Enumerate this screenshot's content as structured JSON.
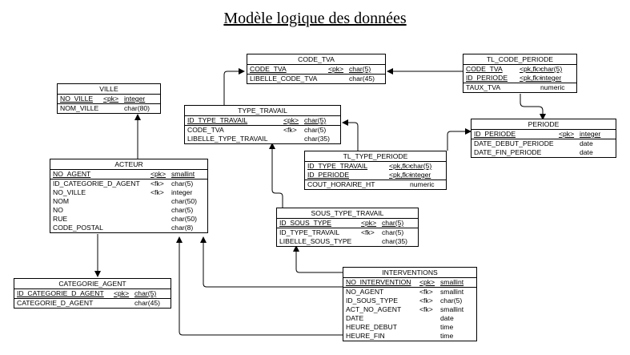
{
  "title": "Modèle logique des données",
  "tables": {
    "code_tva": {
      "name": "CODE_TVA",
      "rows": [
        {
          "field": "CODE_TVA",
          "key": "<pk>",
          "type": "char(5)",
          "pk": true
        },
        {
          "field": "LIBELLE_CODE_TVA",
          "key": "",
          "type": "char(45)",
          "pk": false
        }
      ]
    },
    "tl_code_periode": {
      "name": "TL_CODE_PERIODE",
      "rows": [
        {
          "field": "CODE_TVA",
          "key": "<pk,fk>",
          "type": "char(5)",
          "pk": true
        },
        {
          "field": "ID_PERIODE",
          "key": "<pk,fk>",
          "type": "integer",
          "pk": true
        },
        {
          "field": "TAUX_TVA",
          "key": "",
          "type": "numeric",
          "pk": false
        }
      ]
    },
    "ville": {
      "name": "VILLE",
      "rows": [
        {
          "field": "NO_VILLE",
          "key": "<pk>",
          "type": "integer",
          "pk": true
        },
        {
          "field": "NOM_VILLE",
          "key": "",
          "type": "char(80)",
          "pk": false
        }
      ]
    },
    "type_travail": {
      "name": "TYPE_TRAVAIL",
      "rows": [
        {
          "field": "ID_TYPE_TRAVAIL",
          "key": "<pk>",
          "type": "char(5)",
          "pk": true
        },
        {
          "field": "CODE_TVA",
          "key": "<fk>",
          "type": "char(5)",
          "pk": false
        },
        {
          "field": "LIBELLE_TYPE_TRAVAIL",
          "key": "",
          "type": "char(35)",
          "pk": false
        }
      ]
    },
    "periode": {
      "name": "PERIODE",
      "rows": [
        {
          "field": "ID_PERIODE",
          "key": "<pk>",
          "type": "integer",
          "pk": true
        },
        {
          "field": "DATE_DEBUT_PERIODE",
          "key": "",
          "type": "date",
          "pk": false
        },
        {
          "field": "DATE_FIN_PERIODE",
          "key": "",
          "type": "date",
          "pk": false
        }
      ]
    },
    "tl_type_periode": {
      "name": "TL_TYPE_PERIODE",
      "rows": [
        {
          "field": "ID_TYPE_TRAVAIL",
          "key": "<pk,fk>",
          "type": "char(5)",
          "pk": true
        },
        {
          "field": "ID_PERIODE",
          "key": "<pk,fk>",
          "type": "integer",
          "pk": true
        },
        {
          "field": "COUT_HORAIRE_HT",
          "key": "",
          "type": "numeric",
          "pk": false
        }
      ]
    },
    "acteur": {
      "name": "ACTEUR",
      "rows": [
        {
          "field": "NO_AGENT",
          "key": "<pk>",
          "type": "smallint",
          "pk": true
        },
        {
          "field": "ID_CATEGORIE_D_AGENT",
          "key": "<fk>",
          "type": "char(5)",
          "pk": false
        },
        {
          "field": "NO_VILLE",
          "key": "<fk>",
          "type": "integer",
          "pk": false
        },
        {
          "field": "NOM",
          "key": "",
          "type": "char(50)",
          "pk": false
        },
        {
          "field": "NO",
          "key": "",
          "type": "char(5)",
          "pk": false
        },
        {
          "field": "RUE",
          "key": "",
          "type": "char(50)",
          "pk": false
        },
        {
          "field": "CODE_POSTAL",
          "key": "",
          "type": "char(8)",
          "pk": false
        }
      ]
    },
    "sous_type_travail": {
      "name": "SOUS_TYPE_TRAVAIL",
      "rows": [
        {
          "field": "ID_SOUS_TYPE",
          "key": "<pk>",
          "type": "char(5)",
          "pk": true
        },
        {
          "field": "ID_TYPE_TRAVAIL",
          "key": "<fk>",
          "type": "char(5)",
          "pk": false
        },
        {
          "field": "LIBELLE_SOUS_TYPE",
          "key": "",
          "type": "char(35)",
          "pk": false
        }
      ]
    },
    "categorie_agent": {
      "name": "CATEGORIE_AGENT",
      "rows": [
        {
          "field": "ID_CATEGORIE_D_AGENT",
          "key": "<pk>",
          "type": "char(5)",
          "pk": true
        },
        {
          "field": "CATEGORIE_D_AGENT",
          "key": "",
          "type": "char(45)",
          "pk": false
        }
      ]
    },
    "interventions": {
      "name": "INTERVENTIONS",
      "rows": [
        {
          "field": "NO_INTERVENTION",
          "key": "<pk>",
          "type": "smallint",
          "pk": true
        },
        {
          "field": "NO_AGENT",
          "key": "<fk>",
          "type": "smallint",
          "pk": false
        },
        {
          "field": "ID_SOUS_TYPE",
          "key": "<fk>",
          "type": "char(5)",
          "pk": false
        },
        {
          "field": "ACT_NO_AGENT",
          "key": "<fk>",
          "type": "smallint",
          "pk": false
        },
        {
          "field": "DATE",
          "key": "",
          "type": "date",
          "pk": false
        },
        {
          "field": "HEURE_DEBUT",
          "key": "",
          "type": "time",
          "pk": false
        },
        {
          "field": "HEURE_FIN",
          "key": "",
          "type": "time",
          "pk": false
        }
      ]
    }
  }
}
